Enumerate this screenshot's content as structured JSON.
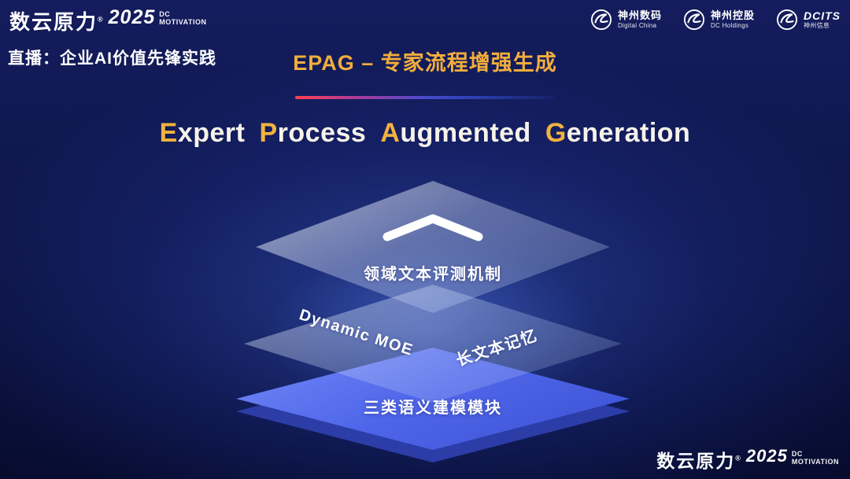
{
  "brand": {
    "name": "数云原力",
    "reg": "®",
    "year": "2025",
    "tagline_line1": "DC",
    "tagline_line2": "MOTIVATION"
  },
  "header": {
    "live_label": "直播：企业AI价值先锋实践",
    "partner_logos": [
      {
        "name": "神州数码",
        "sub": "Digital China"
      },
      {
        "name": "神州控股",
        "sub": "DC Holdings"
      },
      {
        "name": "DCITS",
        "sub": "神州信息"
      }
    ]
  },
  "title": {
    "heading": "EPAG – 专家流程增强生成",
    "subtitle_words": [
      {
        "initial": "E",
        "rest": "xpert"
      },
      {
        "initial": "P",
        "rest": "rocess"
      },
      {
        "initial": "A",
        "rest": "ugmented"
      },
      {
        "initial": "G",
        "rest": "eneration"
      }
    ]
  },
  "diagram": {
    "layer_top_label": "领域文本评测机制",
    "layer_top_icon": "chevron-up-icon",
    "layer_middle_left_label": "Dynamic MOE",
    "layer_middle_right_label": "长文本记忆",
    "layer_bottom_label": "三类语义建模模块"
  },
  "colors": {
    "accent_gold": "#f2ae3c",
    "layer_blue": "#4f66ea",
    "background_navy": "#10184f"
  }
}
